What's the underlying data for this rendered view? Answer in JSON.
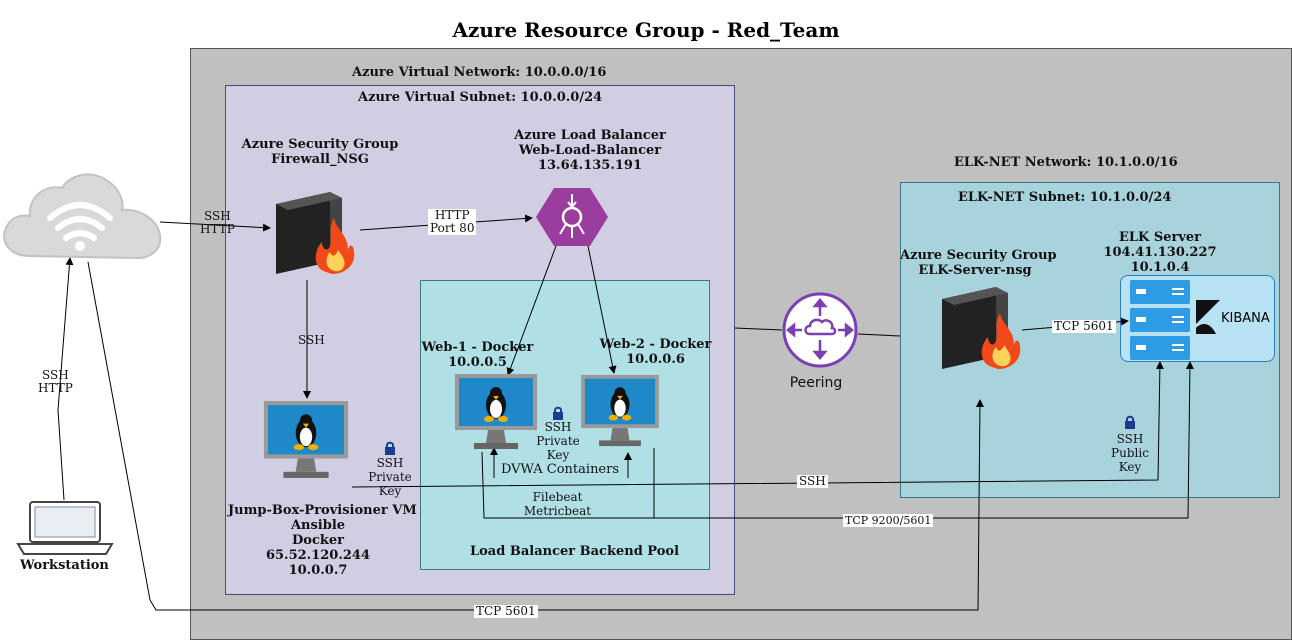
{
  "title": "Azure Resource Group - Red_Team",
  "vnet": {
    "network_label": "Azure Virtual Network: 10.0.0.0/16",
    "subnet_label": "Azure Virtual Subnet: 10.0.0.0/24"
  },
  "firewall_nsg": {
    "line1": "Azure Security Group",
    "line2": "Firewall_NSG"
  },
  "load_balancer": {
    "line1": "Azure Load Balancer",
    "line2": "Web-Load-Balancer",
    "line3": "13.64.135.191"
  },
  "backend_pool": {
    "label": "Load Balancer Backend Pool",
    "containers_label": "DVWA Containers",
    "beats_line1": "Filebeat",
    "beats_line2": "Metricbeat"
  },
  "web1": {
    "line1": "Web-1 - Docker",
    "line2": "10.0.0.5"
  },
  "web2": {
    "line1": "Web-2 - Docker",
    "line2": "10.0.0.6"
  },
  "jumpbox": {
    "line1": "Jump-Box-Provisioner VM",
    "line2": "Ansible",
    "line3": "Docker",
    "line4": "65.52.120.244",
    "line5": "10.0.0.7",
    "key_line1": "SSH",
    "key_line2": "Private",
    "key_line3": "Key"
  },
  "pool_key": {
    "line1": "SSH",
    "line2": "Private",
    "line3": "Key"
  },
  "elk_net": {
    "network_label": "ELK-NET Network: 10.1.0.0/16",
    "subnet_label": "ELK-NET Subnet: 10.1.0.0/24"
  },
  "elk_nsg": {
    "line1": "Azure Security Group",
    "line2": "ELK-Server-nsg"
  },
  "elk_server": {
    "line1": "ELK Server",
    "line2": "104.41.130.227",
    "line3": "10.1.0.4",
    "kibana": "KIBANA"
  },
  "elk_key": {
    "line1": "SSH",
    "line2": "Public",
    "line3": "Key"
  },
  "peering_label": "Peering",
  "workstation_label": "Workstation",
  "edges": {
    "cloud_fw_1": "SSH",
    "cloud_fw_2": "HTTP",
    "fw_lb_1": "HTTP",
    "fw_lb_2": "Port 80",
    "fw_jump": "SSH",
    "ws_cloud_1": "SSH",
    "ws_cloud_2": "HTTP",
    "jump_elk": "SSH",
    "nsg_elk": "TCP 5601",
    "beats_elk": "TCP 9200/5601",
    "ws_elk": "TCP 5601"
  },
  "colors": {
    "resource_group": "#c0c0c0",
    "vnet": "#d1cde3",
    "backend_pool": "#b0e0e6",
    "elk_subnet": "#a9d3dc",
    "load_balancer": "#9b3d9e",
    "peering": "#7b3fb5",
    "monitor_blue": "#1e88c8",
    "server_blue": "#2d9ce5"
  }
}
